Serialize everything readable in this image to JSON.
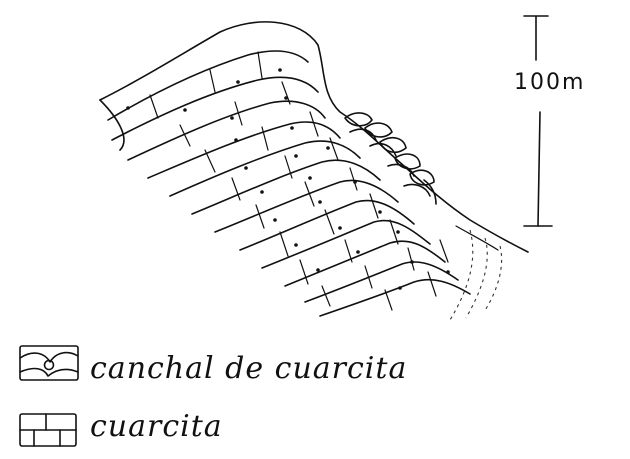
{
  "scale_bar": {
    "label": "100m"
  },
  "legend": {
    "items": [
      {
        "symbol": "scree-symbol",
        "label": "canchal de cuarcita"
      },
      {
        "symbol": "quartzite-symbol",
        "label": "cuarcita"
      }
    ]
  },
  "ink_color": "#111111"
}
